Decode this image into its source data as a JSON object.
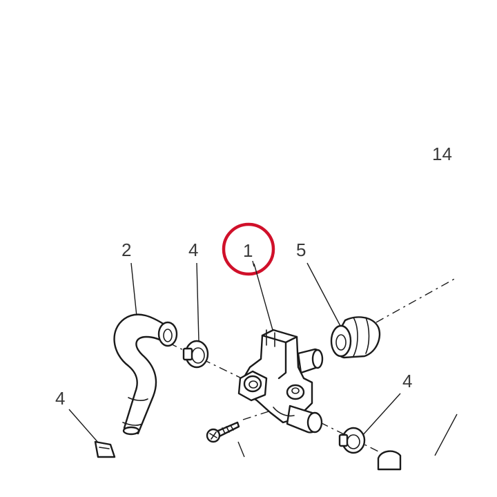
{
  "page_number": "14",
  "callouts": {
    "valve": "1",
    "hose": "2",
    "clamp_upper_left": "4",
    "clamp_lower_left": "4",
    "clamp_lower_right": "4",
    "grommet": "5"
  },
  "highlight_color": "#d0102a"
}
